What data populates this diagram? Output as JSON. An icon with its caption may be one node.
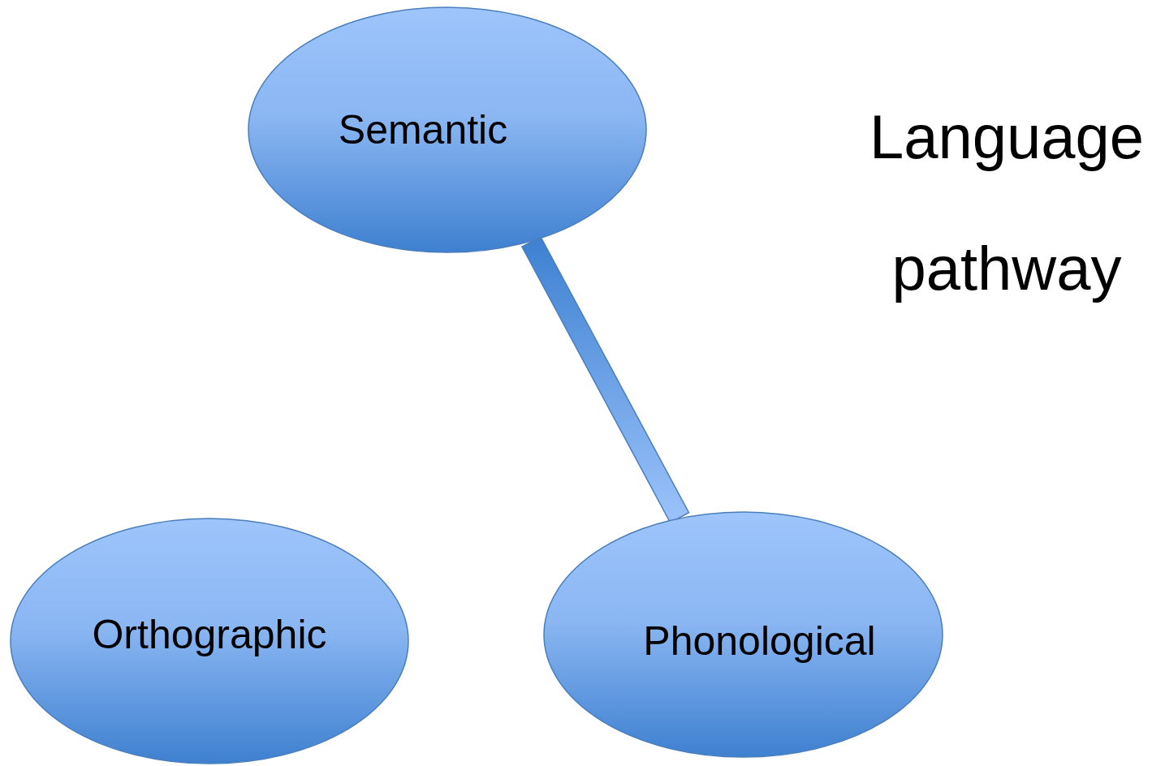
{
  "diagram": {
    "title": "Language pathway",
    "nodes": [
      {
        "text": [
          "Semantic"
        ]
      },
      {
        "text": [
          "Orthographic"
        ]
      },
      {
        "text": [
          "Phonological"
        ]
      }
    ],
    "edges": [
      {
        "from": 0,
        "to": 2,
        "arrow": "none",
        "style": "thick"
      }
    ]
  }
}
